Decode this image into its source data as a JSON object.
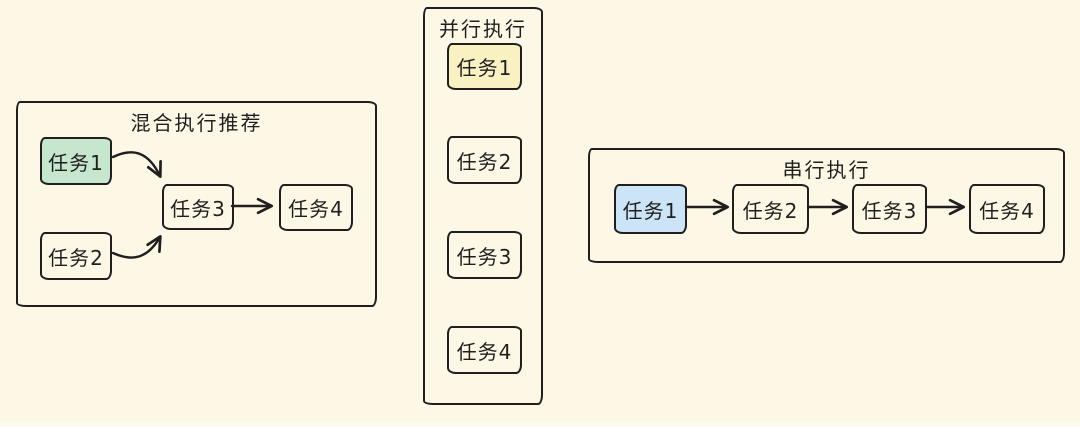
{
  "canvas": {
    "background": "#FDF8E6",
    "stroke_color": "#1F1F1F"
  },
  "groups": [
    {
      "title": "混合执行推荐",
      "tasks": [
        {
          "label": "任务1",
          "fill": "#C6E6CD"
        },
        {
          "label": "任务2"
        },
        {
          "label": "任务3"
        },
        {
          "label": "任务4"
        }
      ],
      "edges": [
        {
          "from": "任务1",
          "to": "任务3"
        },
        {
          "from": "任务2",
          "to": "任务3"
        },
        {
          "from": "任务3",
          "to": "任务4"
        }
      ]
    },
    {
      "title": "并行执行",
      "tasks": [
        {
          "label": "任务1",
          "fill": "#FAF1C2"
        },
        {
          "label": "任务2"
        },
        {
          "label": "任务3"
        },
        {
          "label": "任务4"
        }
      ],
      "edges": []
    },
    {
      "title": "串行执行",
      "tasks": [
        {
          "label": "任务1",
          "fill": "#CBE4F6"
        },
        {
          "label": "任务2"
        },
        {
          "label": "任务3"
        },
        {
          "label": "任务4"
        }
      ],
      "edges": [
        {
          "from": "任务1",
          "to": "任务2"
        },
        {
          "from": "任务2",
          "to": "任务3"
        },
        {
          "from": "任务3",
          "to": "任务4"
        }
      ]
    }
  ]
}
